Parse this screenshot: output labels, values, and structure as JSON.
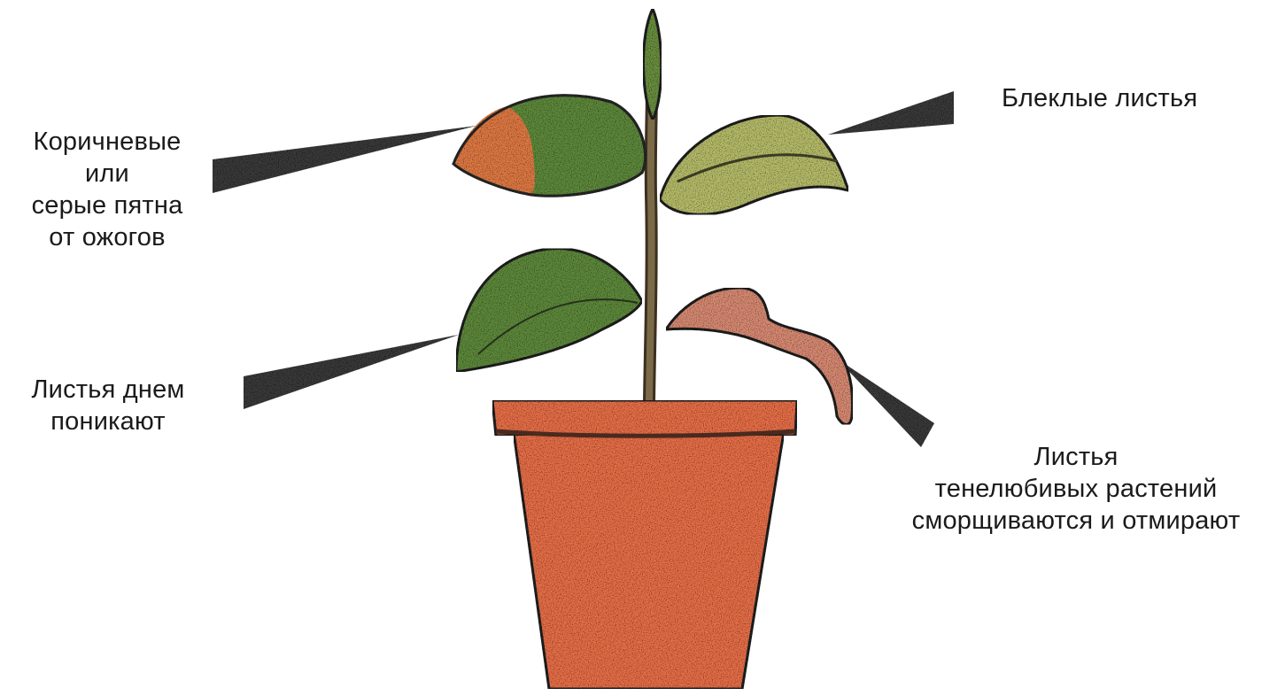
{
  "labels": {
    "burn_spots": "Коричневые\nили\nсерые пятна\nот ожогов",
    "pale_leaves": "Блеклые листья",
    "drooping_leaves": "Листья днем\nпоникают",
    "shriveling_leaves": "Листья\nтенелюбивых растений\nсморщиваются и отмирают"
  },
  "colors": {
    "pot": "#e8704a",
    "pot_rim_line": "#4a2a1e",
    "leaf_green": "#5f8a3c",
    "leaf_pale": "#b7bd6a",
    "burn_spot": "#e07a45",
    "withered_leaf": "#d98b73",
    "stem": "#6b5a3a",
    "pointer": "#3a3a3a",
    "text": "#1a1a1a"
  }
}
